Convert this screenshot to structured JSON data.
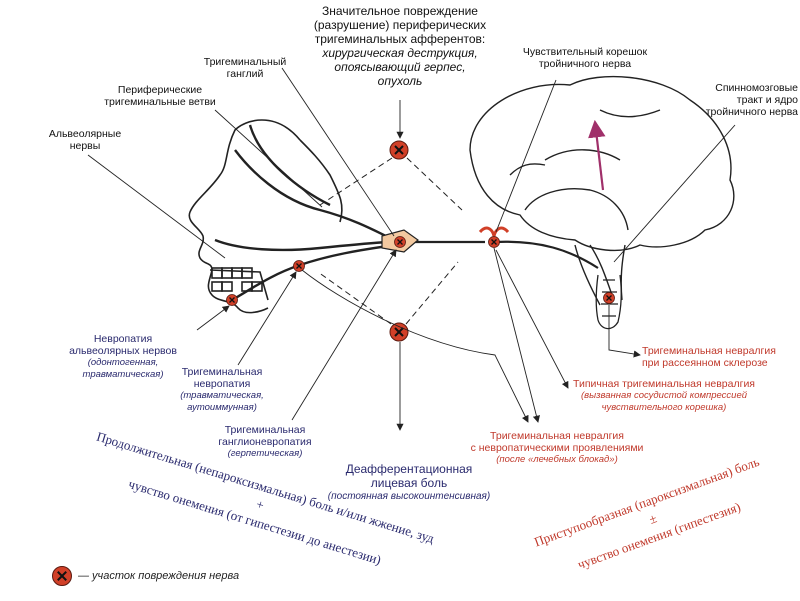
{
  "center_title": {
    "line1": "Значительное повреждение",
    "line2": "(разрушение) периферических",
    "line3": "тригеминальных афферентов:",
    "line4": "хирургическая деструкция,",
    "line5": "опоясывающий герпес,",
    "line6": "опухоль"
  },
  "labels": {
    "trig_ganglion": [
      "Тригеминальный",
      "ганглий"
    ],
    "sensory_root": [
      "Чувствительный корешок",
      "тройничного нерва"
    ],
    "peripheral_branches": [
      "Периферические",
      "тригеминальные ветви"
    ],
    "spinal_tract": [
      "Спинномозговые",
      "тракт и ядро",
      "тройничного нерва"
    ],
    "alveolar_nerves": [
      "Альвеолярные",
      "нервы"
    ]
  },
  "conditions": {
    "alveolar_neuropathy": [
      "Невропатия",
      "альвеолярных нервов",
      "(одонтогенная,",
      "травматическая)"
    ],
    "trig_neuropathy": [
      "Тригеминальная",
      "невропатия",
      "(травматическая,",
      "аутоиммунная)"
    ],
    "ganglioneuropathy": [
      "Тригеминальная",
      "ганглионевропатия",
      "(герпетическая)"
    ],
    "deafferentation": [
      "Деафферентационная",
      "лицевая боль",
      "(постоянная высокоинтенсивная)"
    ],
    "neuralgia_neuropathic": [
      "Тригеминальная невралгия",
      "с невропатическими проявлениями",
      "(после «лечебных блокад»)"
    ],
    "typical_neuralgia": [
      "Типичная тригеминальная невралгия",
      "(вызванная сосудистой компрессией",
      "чувствительного корешка)"
    ],
    "ms_neuralgia": [
      "Тригеминальная невралгия",
      "при рассеянном склерозе"
    ]
  },
  "bottom_left": {
    "line1": "Продолжительная (непароксизмальная) боль и/или жжение, зуд",
    "line2": "+",
    "line3": "чувство онемения (от гипестезии до анестезии)"
  },
  "bottom_right": {
    "line1": "Приступообразная (пароксизмальная) боль",
    "line2": "±",
    "line3": "чувство онемения (гипестезия)"
  },
  "legend": {
    "text": "— участок повреждения нерва"
  },
  "colors": {
    "lesion": "#d14028",
    "ganglion": "#f3c9a0",
    "arrow_pink": "#a0306a",
    "line": "#222222",
    "blue_text": "#2a2a6e",
    "red_text": "#c0392b"
  },
  "icons": [
    "lesion-x-marker-icon",
    "ganglion-icon",
    "brain-outline-icon",
    "face-outline-icon",
    "spinal-cord-icon"
  ]
}
